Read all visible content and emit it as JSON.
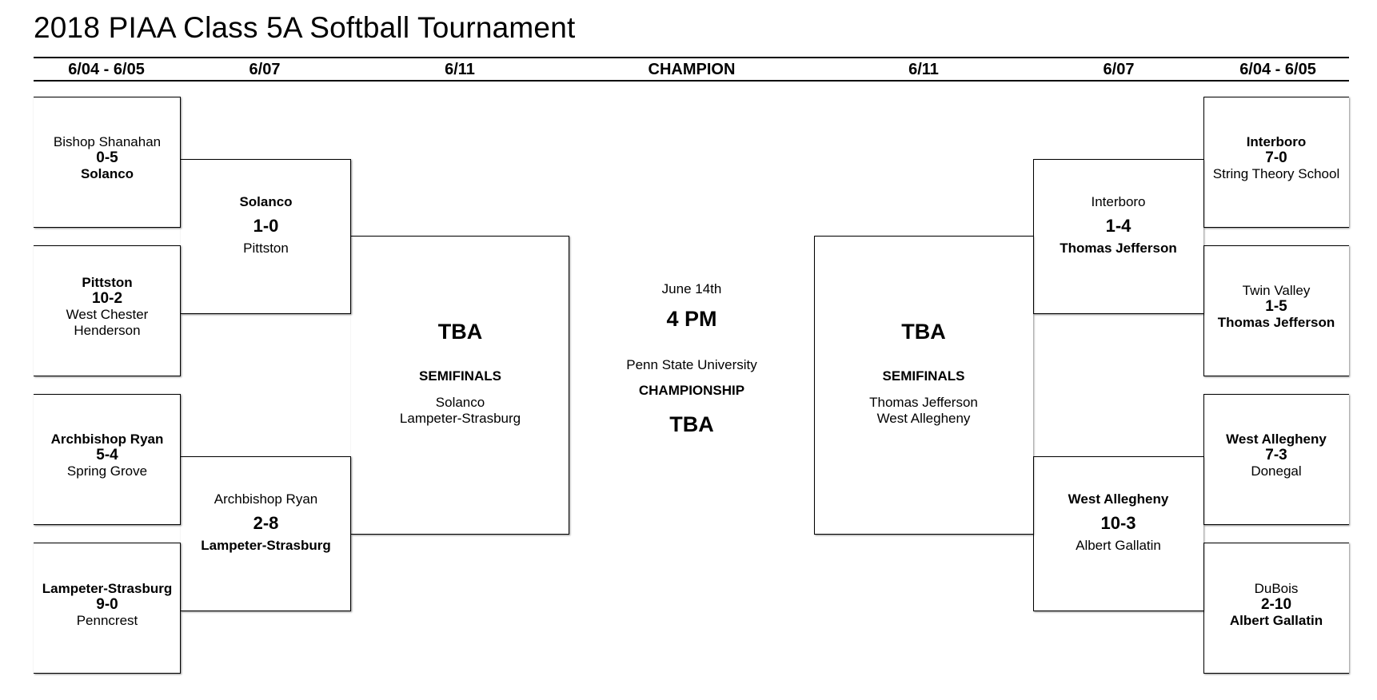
{
  "title": "2018 PIAA Class 5A Softball Tournament",
  "rounds": [
    "6/04 - 6/05",
    "6/07",
    "6/11",
    "CHAMPION",
    "6/11",
    "6/07",
    "6/04 - 6/05"
  ],
  "left": {
    "r1": [
      {
        "top": "Bishop Shanahan",
        "score": "0-5",
        "bottom": "Solanco",
        "winner": "bottom"
      },
      {
        "top": "Pittston",
        "score": "10-2",
        "bottom": "West Chester Henderson",
        "winner": "top"
      },
      {
        "top": "Archbishop Ryan",
        "score": "5-4",
        "bottom": "Spring Grove",
        "winner": "top"
      },
      {
        "top": "Lampeter-Strasburg",
        "score": "9-0",
        "bottom": "Penncrest",
        "winner": "top"
      }
    ],
    "r2": [
      {
        "top": "Solanco",
        "score": "1-0",
        "bottom": "Pittston",
        "winner": "top"
      },
      {
        "top": "Archbishop Ryan",
        "score": "2-8",
        "bottom": "Lampeter-Strasburg",
        "winner": "bottom"
      }
    ],
    "semi": {
      "result": "TBA",
      "label": "SEMIFINALS",
      "team1": "Solanco",
      "team2": "Lampeter-Strasburg"
    }
  },
  "right": {
    "r1": [
      {
        "top": "Interboro",
        "score": "7-0",
        "bottom": "String Theory School",
        "winner": "top"
      },
      {
        "top": "Twin Valley",
        "score": "1-5",
        "bottom": "Thomas Jefferson",
        "winner": "bottom"
      },
      {
        "top": "West Allegheny",
        "score": "7-3",
        "bottom": "Donegal",
        "winner": "top"
      },
      {
        "top": "DuBois",
        "score": "2-10",
        "bottom": "Albert Gallatin",
        "winner": "bottom"
      }
    ],
    "r2": [
      {
        "top": "Interboro",
        "score": "1-4",
        "bottom": "Thomas Jefferson",
        "winner": "bottom"
      },
      {
        "top": "West Allegheny",
        "score": "10-3",
        "bottom": "Albert Gallatin",
        "winner": "top"
      }
    ],
    "semi": {
      "result": "TBA",
      "label": "SEMIFINALS",
      "team1": "Thomas Jefferson",
      "team2": "West Allegheny"
    }
  },
  "championship": {
    "date": "June 14th",
    "time": "4 PM",
    "venue": "Penn State University",
    "label": "CHAMPIONSHIP",
    "result": "TBA"
  }
}
